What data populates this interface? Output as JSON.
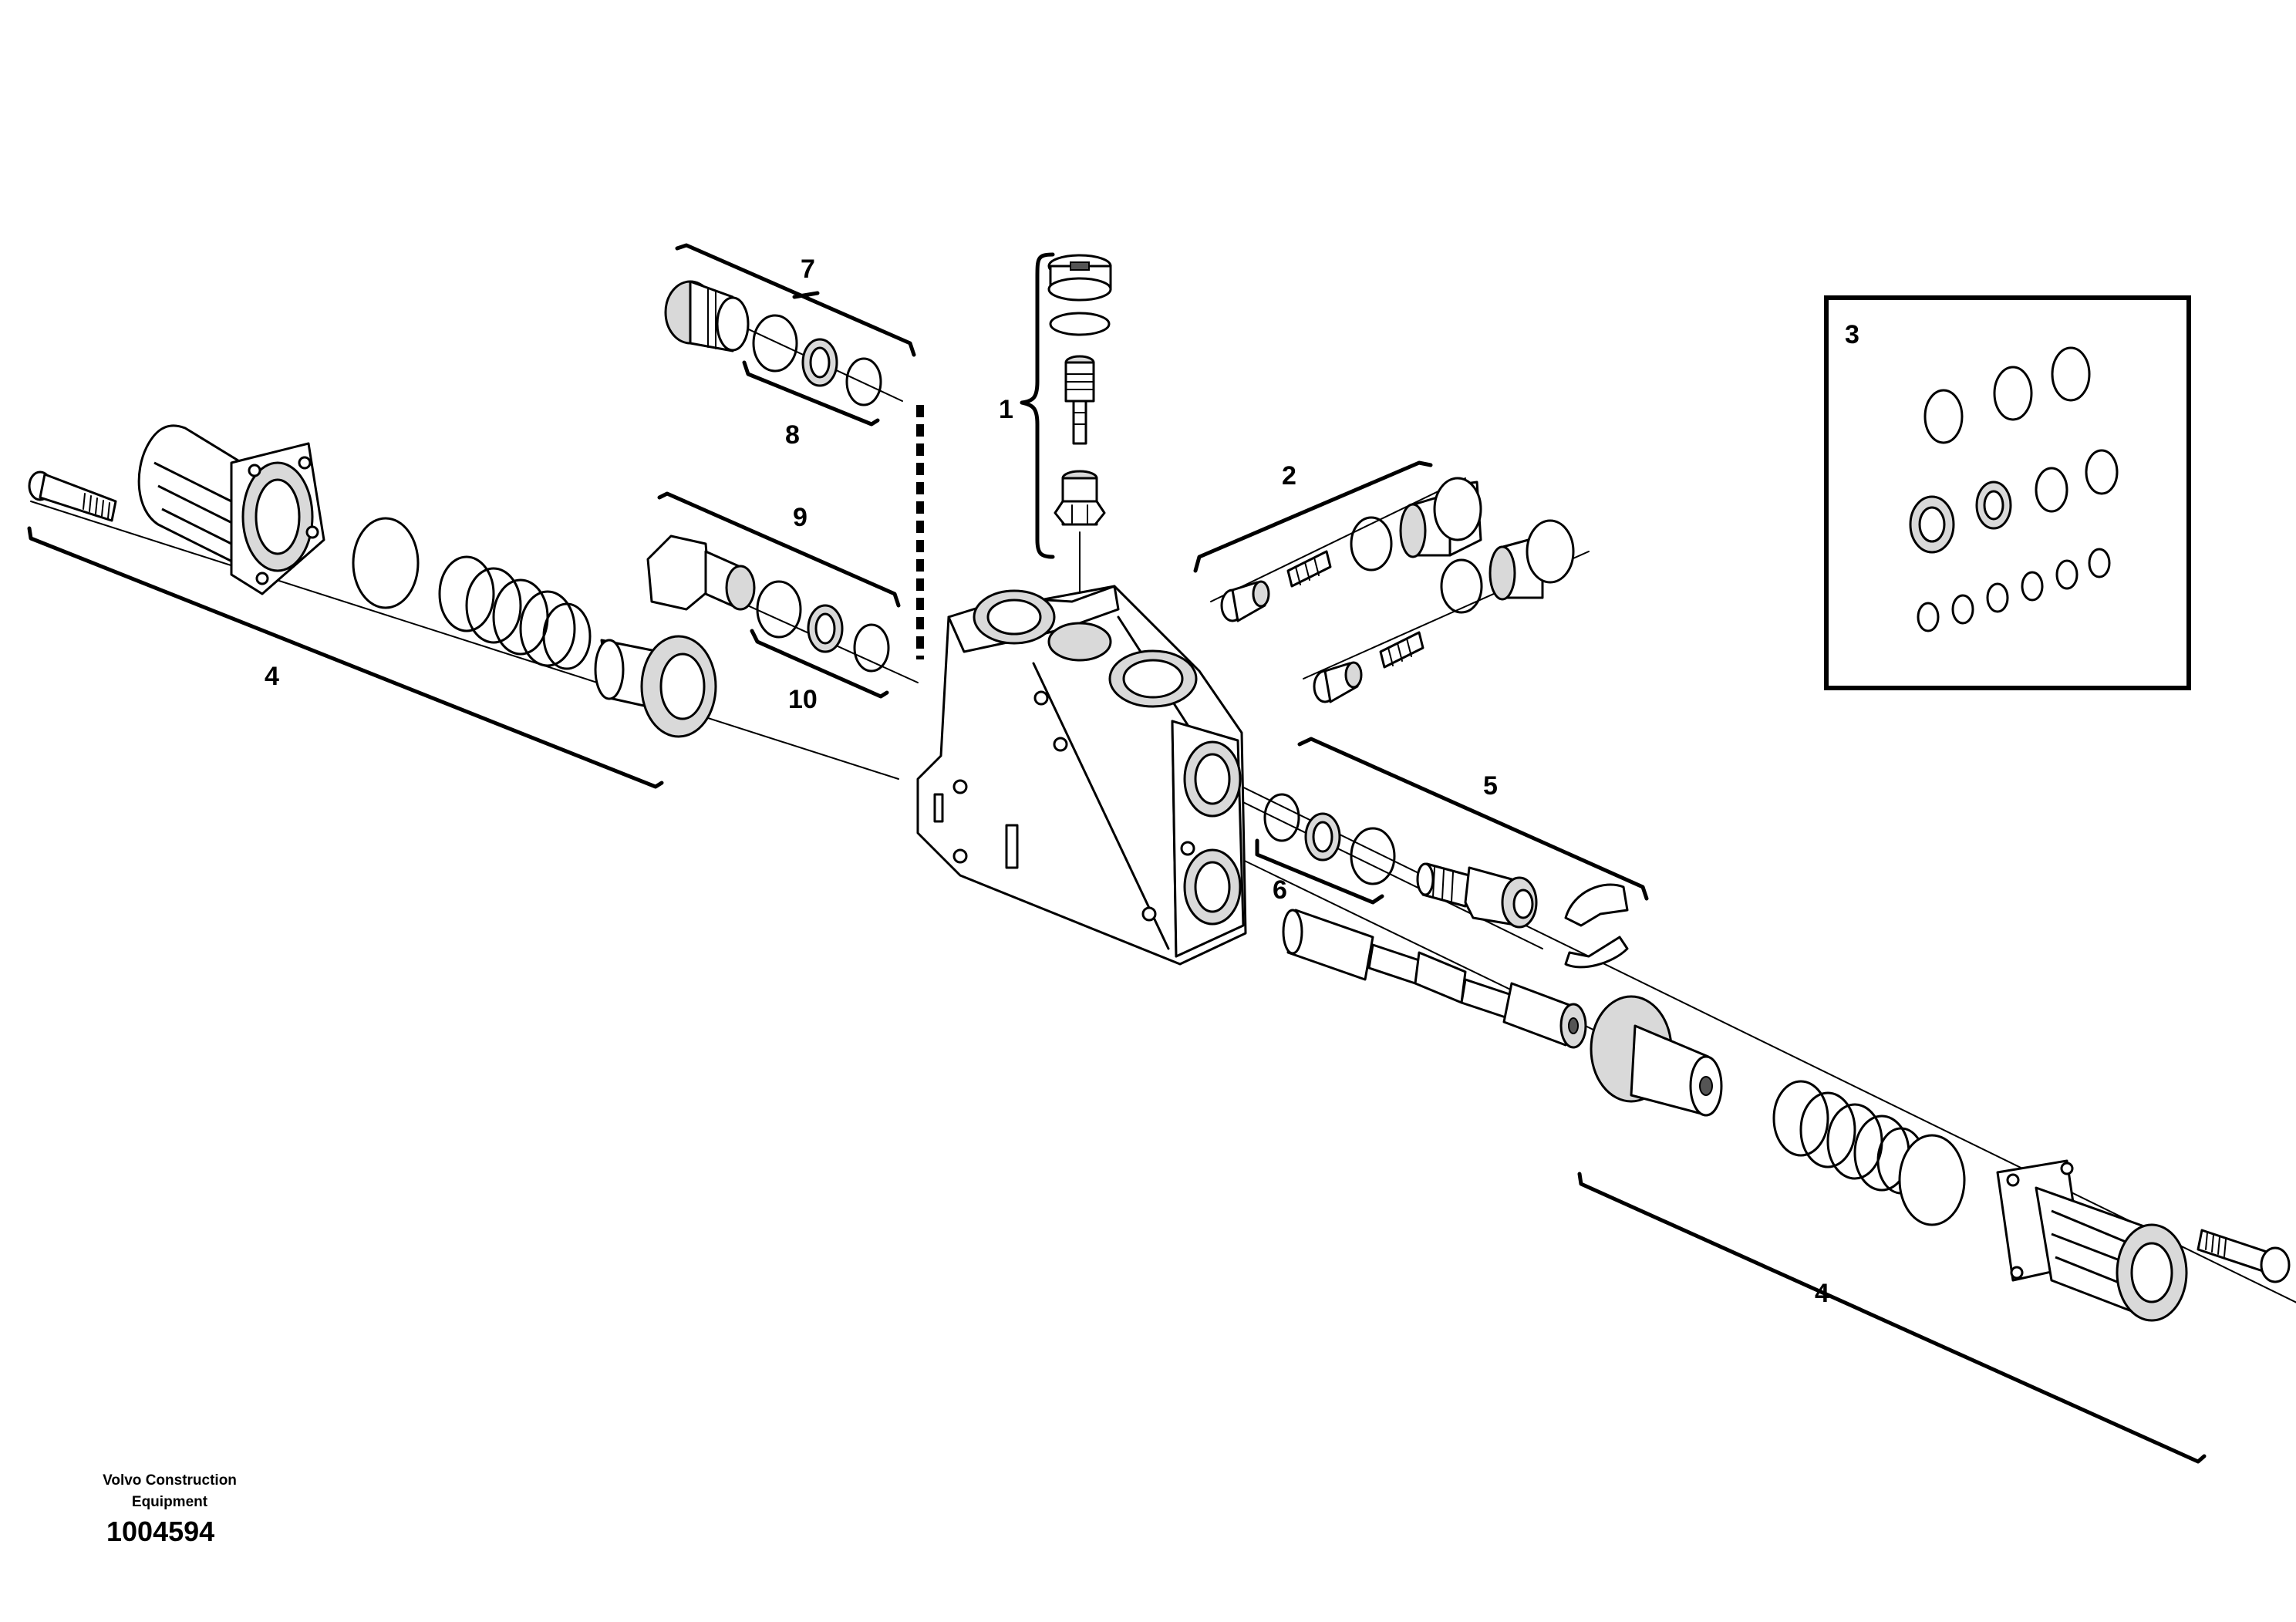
{
  "callouts": {
    "c1": "1",
    "c2": "2",
    "c3": "3",
    "c4a": "4",
    "c4b": "4",
    "c5": "5",
    "c6": "6",
    "c7": "7",
    "c8": "8",
    "c9": "9",
    "c10": "10"
  },
  "footer": {
    "brand": "Volvo Construction Equipment",
    "drawing_number": "1004594"
  }
}
